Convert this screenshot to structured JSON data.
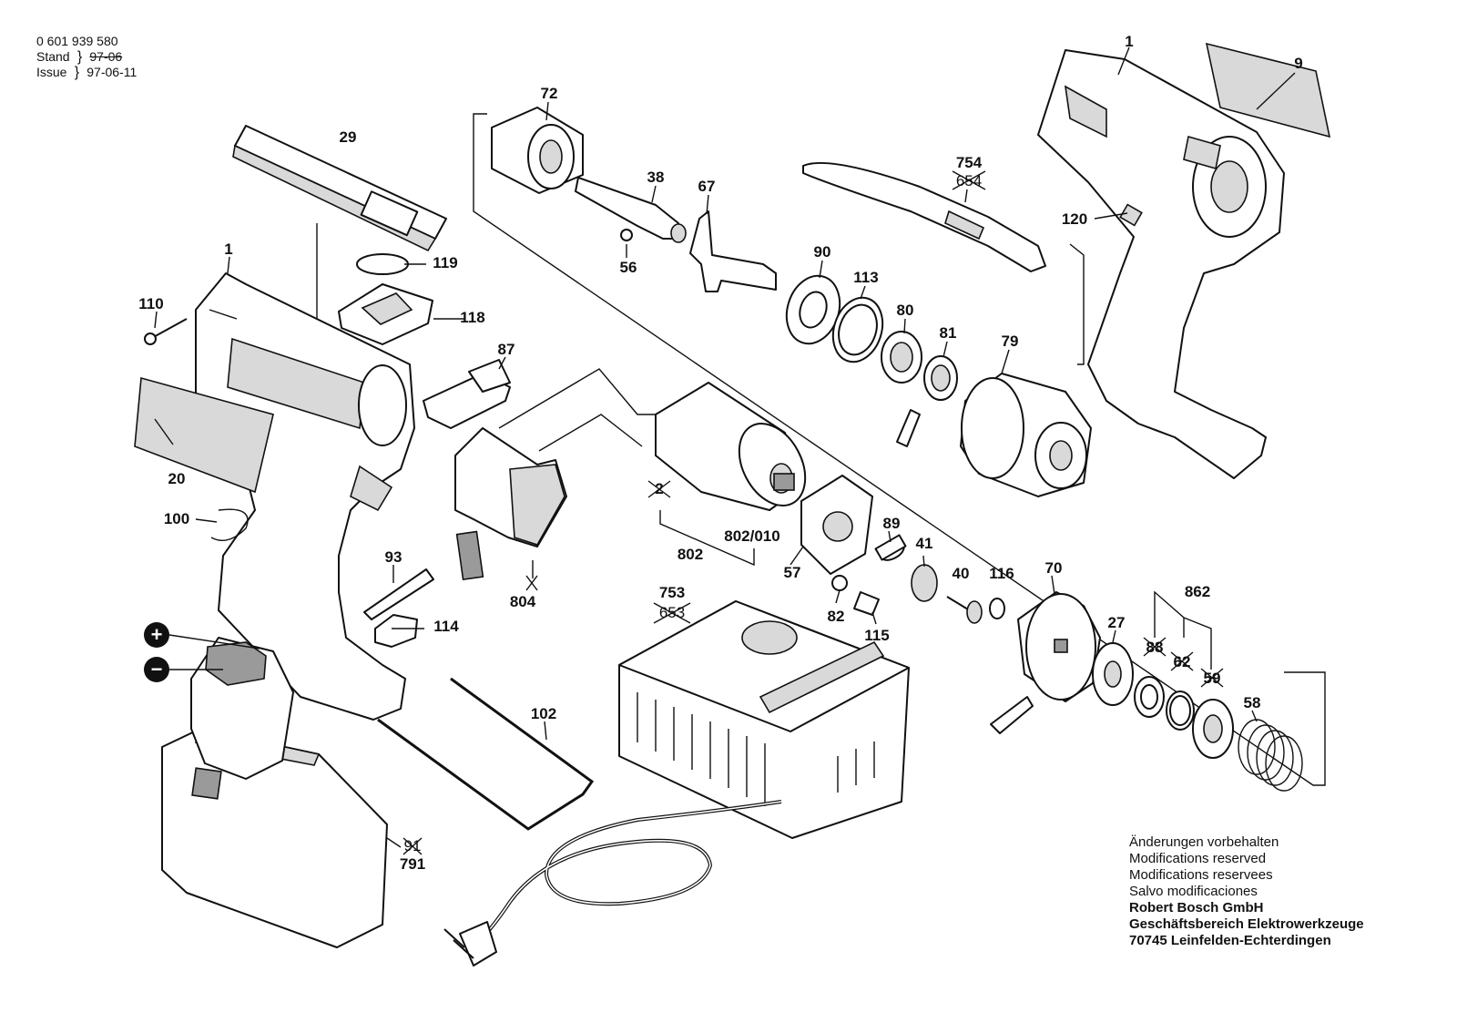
{
  "header": {
    "part_number": "0 601 939 580",
    "stand_label": "Stand",
    "stand_value": "97-06",
    "issue_label": "Issue",
    "issue_value": "97-06-11"
  },
  "footer": {
    "lines": [
      "Änderungen vorbehalten",
      "Modifications reserved",
      "Modifications reservees",
      "Salvo modificaciones"
    ],
    "company_lines": [
      "Robert Bosch GmbH",
      "Geschäftsbereich Elektrowerkzeuge",
      "70745 Leinfelden-Echterdingen"
    ]
  },
  "labels": {
    "p1a": "1",
    "p9": "9",
    "p72": "72",
    "p29": "29",
    "p38": "38",
    "p67": "67",
    "p754": "754",
    "p654": "654",
    "p120": "120",
    "p56": "56",
    "p90": "90",
    "p1b": "1",
    "p119": "119",
    "p110": "110",
    "p113": "113",
    "p118": "118",
    "p80": "80",
    "p81": "81",
    "p79": "79",
    "p87": "87",
    "p20": "20",
    "p100": "100",
    "p2": "2",
    "p89": "89",
    "p802_010": "802/010",
    "p41": "41",
    "p802": "802",
    "p57": "57",
    "p40": "40",
    "p116": "116",
    "p70": "70",
    "p93": "93",
    "p862": "862",
    "p804": "804",
    "p753": "753",
    "p653": "653",
    "p82": "82",
    "p115": "115",
    "p27": "27",
    "p114": "114",
    "p88": "88",
    "p62": "62",
    "p59": "59",
    "p102": "102",
    "p58": "58",
    "p91": "91",
    "p791": "791",
    "plus": "+",
    "minus": "−"
  }
}
